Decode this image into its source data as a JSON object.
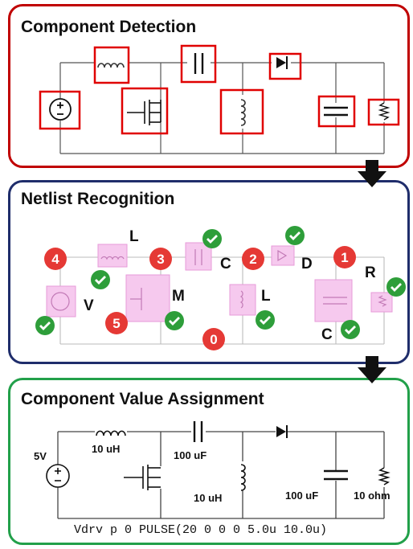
{
  "panels": {
    "detection": {
      "title": "Component Detection"
    },
    "netlist": {
      "title": "Netlist Recognition",
      "node_numbers": [
        "4",
        "3",
        "2",
        "1",
        "5",
        "0"
      ],
      "type_labels": {
        "inductor_top": "L",
        "capacitor": "C",
        "diode": "D",
        "resistor": "R",
        "mosfet": "M",
        "voltage_source": "V",
        "inductor_mid": "L",
        "capacitor_out": "C"
      }
    },
    "values": {
      "title": "Component Value Assignment",
      "source_value": "5V",
      "inductor_series": "10 uH",
      "capacitor_series": "100 uF",
      "inductor_shunt": "10 uH",
      "capacitor_out": "100 uF",
      "resistor_load": "10 ohm",
      "netlist_line": "Vdrv p 0 PULSE(20 0 0 0 5.0u 10.0u)"
    }
  },
  "colors": {
    "detect_border": "#c00000",
    "netlist_border": "#1f2d6b",
    "value_border": "#22a04a",
    "node_badge": "#e53935",
    "check_badge": "#2e9e3a",
    "highlight_fill": "#f6c9ee"
  }
}
